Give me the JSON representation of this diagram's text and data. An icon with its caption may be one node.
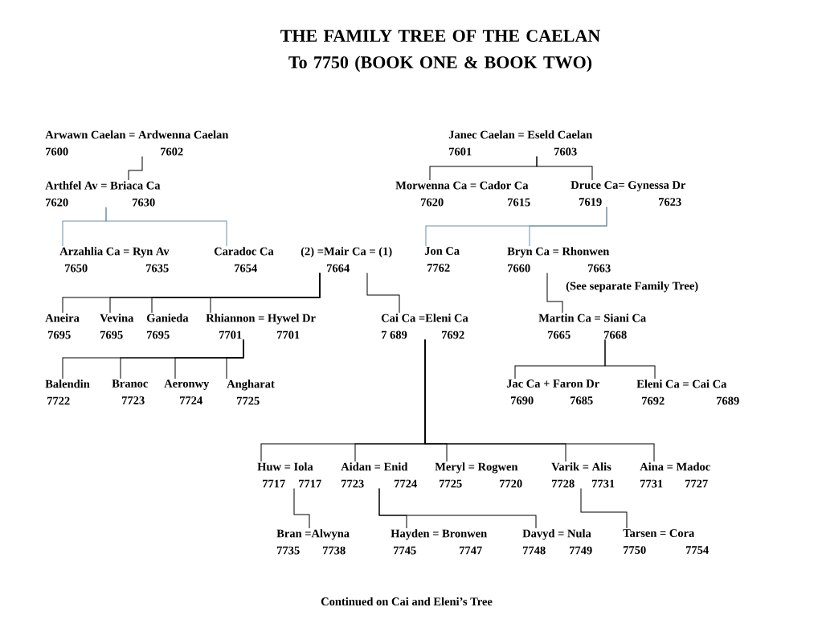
{
  "diagram": {
    "title": "THE FAMILY TREE OF THE CAELAN To 7750 (BOOK ONE & BOOK TWO)",
    "caption": "Continued on Cai and Eleni’s Tree",
    "nodes": [
      {
        "text": [
          "Arwawn Caelan = Ardwenna Caelan",
          "7600",
          "7602"
        ]
      },
      {
        "text": [
          "Janec Caelan = Eseld Caelan",
          "7601",
          "7603"
        ]
      },
      {
        "text": [
          "Arthfel Av = Briaca Ca",
          "7620",
          "7630"
        ]
      },
      {
        "text": [
          "Morwenna Ca = Cador Ca",
          "7620",
          "7615"
        ]
      },
      {
        "text": [
          "Druce Ca= Gynessa Dr",
          "7619",
          "7623"
        ]
      },
      {
        "text": [
          "Arzahlia Ca = Ryn Av",
          "7650",
          "7635"
        ]
      },
      {
        "text": [
          "Caradoc Ca",
          "7654"
        ]
      },
      {
        "text": [
          "(2) =Mair Ca = (1)",
          "7664"
        ]
      },
      {
        "text": [
          "Jon Ca",
          "7762"
        ]
      },
      {
        "text": [
          "Bryn Ca = Rhonwen",
          "7660",
          "7663"
        ],
        "beside": [
          "(See separate Family Tree)"
        ]
      },
      {
        "text": [
          "Aneira",
          "7695"
        ]
      },
      {
        "text": [
          "Vevina",
          "7695"
        ]
      },
      {
        "text": [
          "Ganieda",
          "7695"
        ]
      },
      {
        "text": [
          "Rhiannon = Hywel Dr",
          "7701",
          "7701"
        ]
      },
      {
        "text": [
          "Cai Ca =Eleni Ca",
          "7 689",
          "7692"
        ]
      },
      {
        "text": [
          "Martin Ca = Siani Ca",
          "7665",
          "7668"
        ]
      },
      {
        "text": [
          "Balendin",
          "7722"
        ]
      },
      {
        "text": [
          "Branoc",
          "7723"
        ]
      },
      {
        "text": [
          "Aeronwy",
          "7724"
        ]
      },
      {
        "text": [
          "Angharat",
          "7725"
        ]
      },
      {
        "text": [
          "Jac Ca + Faron Dr",
          "7690",
          "7685"
        ]
      },
      {
        "text": [
          "Eleni Ca = Cai Ca",
          "7692",
          "7689"
        ]
      },
      {
        "text": [
          "Huw = Iola",
          "7717",
          "7717"
        ]
      },
      {
        "text": [
          "Aidan = Enid",
          "7723",
          "7724"
        ]
      },
      {
        "text": [
          "Meryl = Rogwen",
          "7725",
          "7720"
        ]
      },
      {
        "text": [
          "Varik = Alis",
          "7728",
          "7731"
        ]
      },
      {
        "text": [
          "Aina = Madoc",
          "7731",
          "7727"
        ]
      },
      {
        "text": [
          "Bran =Alwyna",
          "7735",
          "7738"
        ]
      },
      {
        "text": [
          "Hayden = Bronwen",
          "7745",
          "7747"
        ]
      },
      {
        "text": [
          "Davyd = Nula",
          "7748",
          "7749"
        ]
      },
      {
        "text": [
          "Tarsen = Cora",
          "7750",
          "7754"
        ]
      }
    ],
    "edges": [
      {
        "from": 0,
        "to": 2,
        "arrow": "none"
      },
      {
        "from": 1,
        "to": 3,
        "arrow": "none"
      },
      {
        "from": 1,
        "to": 4,
        "arrow": "none"
      },
      {
        "from": 2,
        "to": 5,
        "arrow": "none",
        "color": "#6f8fa8"
      },
      {
        "from": 2,
        "to": 6,
        "arrow": "none",
        "color": "#6f8fa8"
      },
      {
        "from": 4,
        "to": 8,
        "arrow": "none",
        "color": "#6f8fa8"
      },
      {
        "from": 4,
        "to": 9,
        "arrow": "none",
        "color": "#6f8fa8"
      },
      {
        "from": 7,
        "to": 10,
        "arrow": "none"
      },
      {
        "from": 7,
        "to": 11,
        "arrow": "none"
      },
      {
        "from": 7,
        "to": 12,
        "arrow": "none"
      },
      {
        "from": 7,
        "to": 13,
        "arrow": "none"
      },
      {
        "from": 7,
        "to": 14,
        "arrow": "none"
      },
      {
        "from": 9,
        "to": 15,
        "arrow": "none"
      },
      {
        "from": 13,
        "to": 16,
        "arrow": "none"
      },
      {
        "from": 13,
        "to": 17,
        "arrow": "none"
      },
      {
        "from": 13,
        "to": 18,
        "arrow": "none"
      },
      {
        "from": 13,
        "to": 19,
        "arrow": "none"
      },
      {
        "from": 15,
        "to": 20,
        "arrow": "none"
      },
      {
        "from": 15,
        "to": 21,
        "arrow": "none"
      },
      {
        "from": 14,
        "to": 22,
        "arrow": "none"
      },
      {
        "from": 14,
        "to": 23,
        "arrow": "none"
      },
      {
        "from": 14,
        "to": 24,
        "arrow": "none"
      },
      {
        "from": 14,
        "to": 25,
        "arrow": "none"
      },
      {
        "from": 14,
        "to": 26,
        "arrow": "none"
      },
      {
        "from": 22,
        "to": 27,
        "arrow": "none"
      },
      {
        "from": 23,
        "to": 28,
        "arrow": "none"
      },
      {
        "from": 23,
        "to": 29,
        "arrow": "none"
      },
      {
        "from": 25,
        "to": 30,
        "arrow": "none"
      }
    ]
  }
}
